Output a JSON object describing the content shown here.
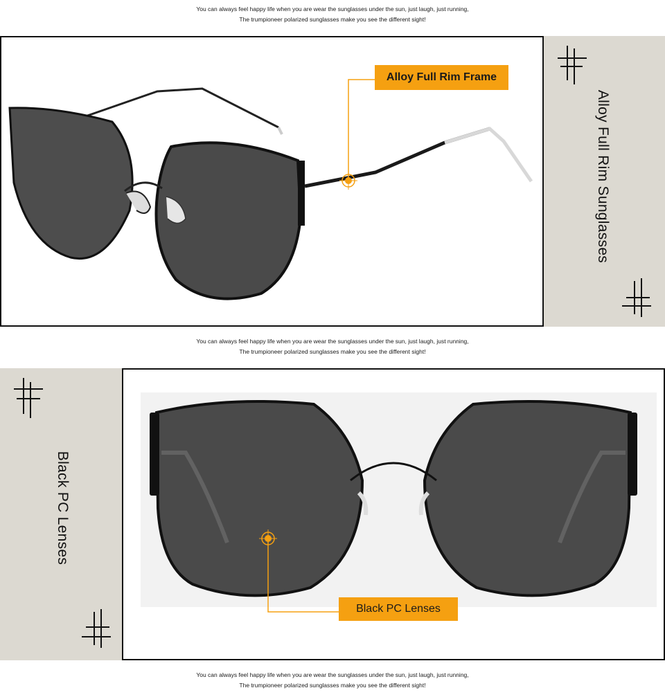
{
  "tagline": {
    "line1": "You can always feel happy life when you are wear the sunglasses under the sun, just laugh, just running,",
    "line2": "The trumpioneer polarized sunglasses make you see the different sight!"
  },
  "section1": {
    "vertical_title": "Alloy Full Rim Sunglasses",
    "callout": "Alloy Full Rim Frame"
  },
  "section2": {
    "vertical_title": "Black PC Lenses",
    "callout": "Black PC Lenses"
  },
  "colors": {
    "accent": "#f5a011",
    "panel": "#dcd9d1",
    "lens": "#4a4a4a",
    "frame": "#111111"
  },
  "icons": [
    "hash-icon",
    "crosshair-icon"
  ]
}
